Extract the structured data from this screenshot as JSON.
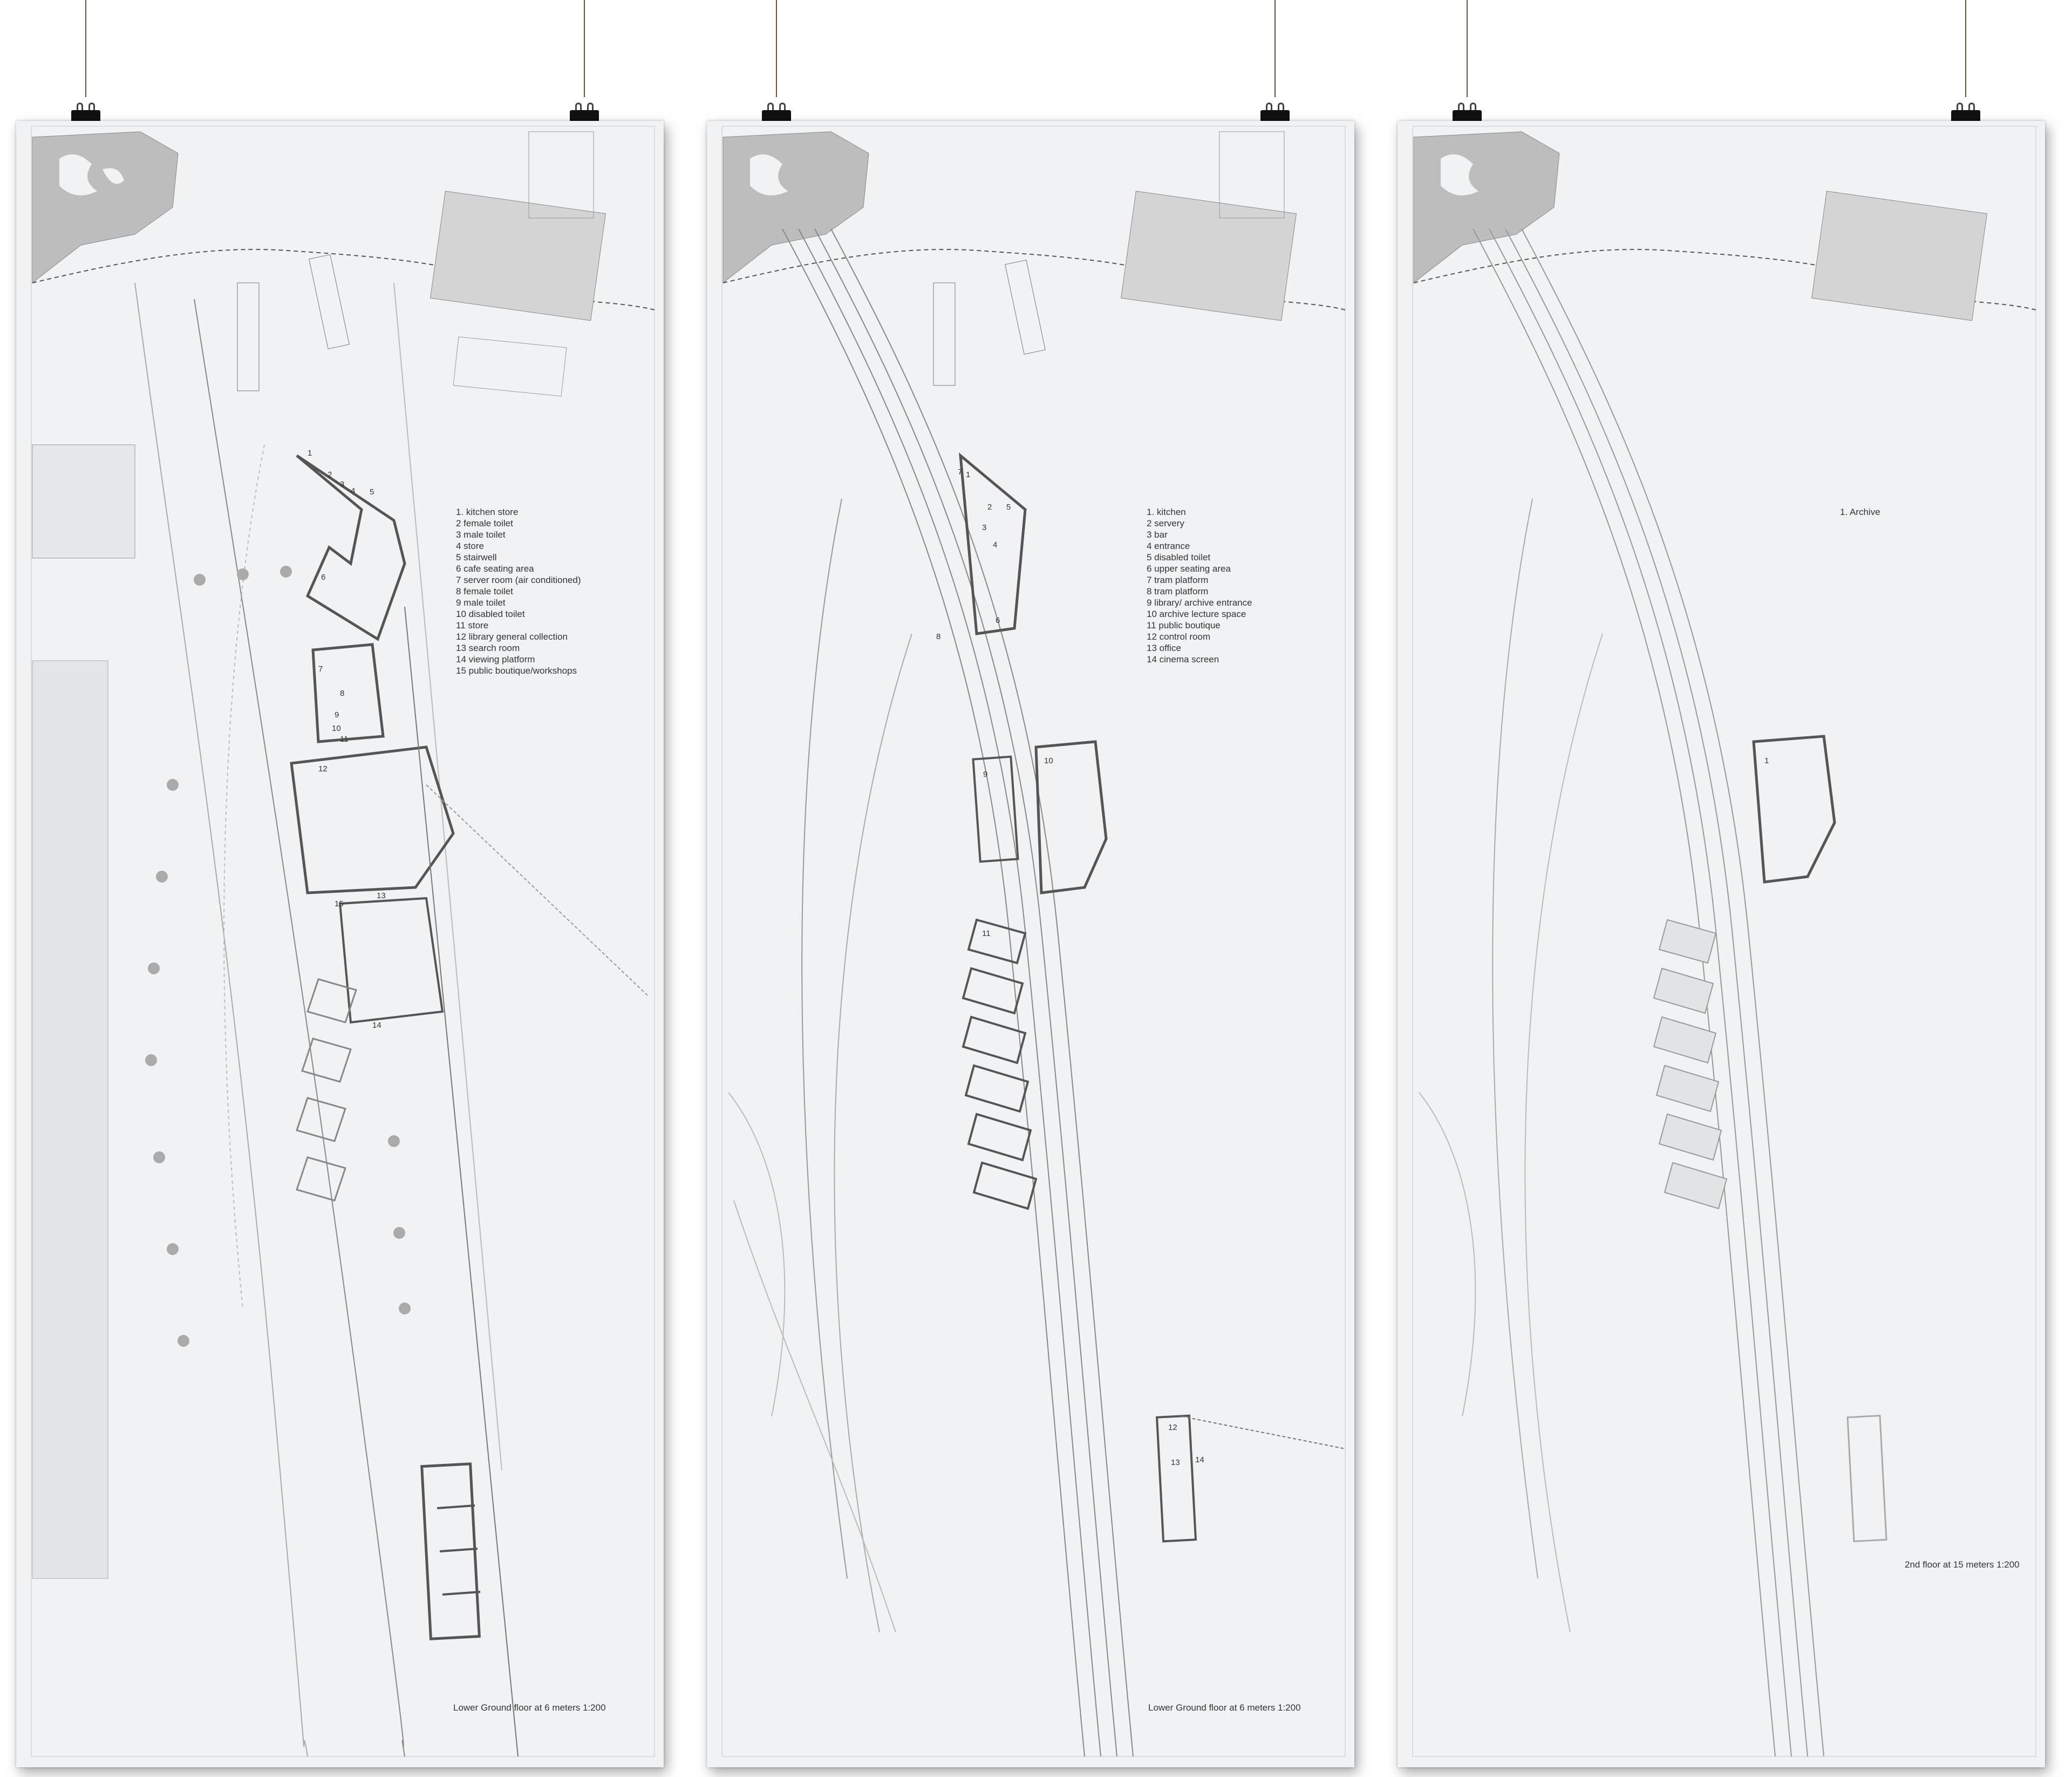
{
  "panels": [
    {
      "legend": [
        "1. kitchen store",
        "2 female toilet",
        "3 male toilet",
        "4 store",
        "5 stairwell",
        "6 cafe seating area",
        "7 server room (air conditioned)",
        "8 female toilet",
        "9 male toilet",
        "10 disabled toilet",
        "11 store",
        "12 library general collection",
        "13 search room",
        "14 viewing platform",
        "15 public boutique/workshops"
      ],
      "caption": "Lower Ground floor at 6 meters 1:200",
      "room_labels": [
        "1",
        "2",
        "3",
        "4",
        "5",
        "6",
        "7",
        "8",
        "9",
        "10",
        "11",
        "12",
        "13",
        "14",
        "15"
      ]
    },
    {
      "legend": [
        "1. kitchen",
        "2 servery",
        "3 bar",
        "4 entrance",
        "5 disabled toilet",
        "6 upper seating area",
        "7 tram platform",
        "8 tram platform",
        "9 library/ archive entrance",
        "10 archive lecture space",
        "11 public boutique",
        "12 control room",
        "13 office",
        "14 cinema screen"
      ],
      "caption": "Lower Ground floor at 6 meters 1:200",
      "room_labels": [
        "1",
        "2",
        "3",
        "4",
        "5",
        "6",
        "7",
        "8",
        "9",
        "10",
        "11",
        "12",
        "13",
        "14"
      ]
    },
    {
      "legend": [
        "1. Archive"
      ],
      "caption": "2nd floor at 15 meters 1:200",
      "room_labels": [
        "1"
      ]
    }
  ],
  "colors": {
    "sheet": "#efefef",
    "ink": "#333333",
    "wire": "#6b4f3a",
    "clip": "#111111",
    "context_fill": "#bdbdbd"
  }
}
